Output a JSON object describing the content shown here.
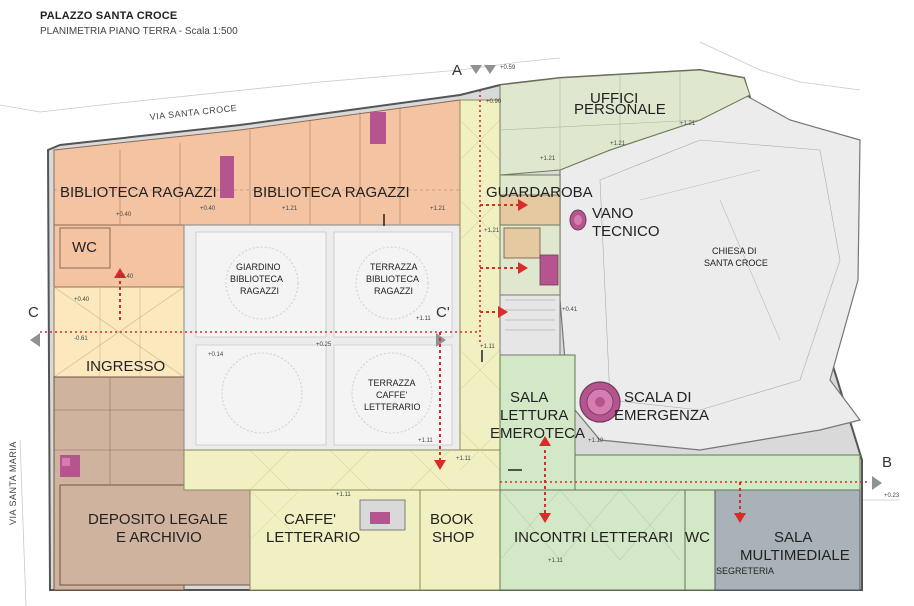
{
  "header": {
    "title": "PALAZZO SANTA CROCE",
    "subtitle": "PLANIMETRIA PIANO TERRA - Scala 1:500"
  },
  "streets": {
    "north": "VIA SANTA CROCE",
    "west": "VIA SANTA MARIA"
  },
  "rooms": {
    "biblioteca_ragazzi_1": "BIBLIOTECA RAGAZZI",
    "biblioteca_ragazzi_2": "BIBLIOTECA RAGAZZI",
    "wc_1": "WC",
    "ingresso": "INGRESSO",
    "deposito_line1": "DEPOSITO LEGALE",
    "deposito_line2": "E ARCHIVIO",
    "caffe_line1": "CAFFE'",
    "caffe_line2": "LETTERARIO",
    "book_line1": "BOOK",
    "book_line2": "SHOP",
    "incontri": "INCONTRI LETTERARI",
    "wc_2": "WC",
    "sala_multi_line1": "SALA",
    "sala_multi_line2": "MULTIMEDIALE",
    "segreteria": "SEGRETERIA",
    "uffici_line1": "UFFICI",
    "uffici_line2": "PERSONALE",
    "guardaroba": "GUARDAROBA",
    "vano_line1": "VANO",
    "vano_line2": "TECNICO",
    "sala_lettura_line1": "SALA",
    "sala_lettura_line2": "LETTURA",
    "sala_lettura_line3": "EMEROTECA",
    "scala_line1": "SCALA DI",
    "scala_line2": "EMERGENZA",
    "chiesa_line1": "CHIESA DI",
    "chiesa_line2": "SANTA CROCE"
  },
  "courtyards": {
    "giardino_line1": "GIARDINO",
    "giardino_line2": "BIBLIOTECA",
    "giardino_line3": "RAGAZZI",
    "terrazza_bib_line1": "TERRAZZA",
    "terrazza_bib_line2": "BIBLIOTECA",
    "terrazza_bib_line3": "RAGAZZI",
    "terrazza_caffe_line1": "TERRAZZA",
    "terrazza_caffe_line2": "CAFFE'",
    "terrazza_caffe_line3": "LETTERARIO"
  },
  "sections": {
    "a": "A",
    "b": "B",
    "c": "C",
    "c_prime": "C'"
  },
  "levels": {
    "l1": "+0.59",
    "l2": "+0.90",
    "l3": "+1.21",
    "l4": "+1.21",
    "l5": "+1.21",
    "l6": "+0.40",
    "l7": "+0.40",
    "l8": "+1.21",
    "l9": "+1.21",
    "l10": "+0.40",
    "l11": "+0.40",
    "l12": "+0.14",
    "l13": "+0.25",
    "l14": "+1.11",
    "l15": "+1.11",
    "l16": "+1.11",
    "l17": "+1.10",
    "l18": "+1.11",
    "l19": "+1.11",
    "l20": "+0.23",
    "l21": "-0.61",
    "l22": "+1.21",
    "l23": "+1.11",
    "l24": "+0.41"
  },
  "colors": {
    "biblioteca": "#f4c4a2",
    "uffici": "#dfe8cf",
    "ingresso": "#fbe8bd",
    "deposito": "#cfb39f",
    "caffe": "#f1f0c3",
    "incontri": "#d2e8c6",
    "sala_multi": "#a9b2b8",
    "courtyard": "#ececec",
    "church": "#ececec",
    "guardaroba": "#e4c9a1",
    "stairs_accent": "#b5548e",
    "path_arrow": "#d62d28",
    "section_marker": "#8f9294"
  }
}
